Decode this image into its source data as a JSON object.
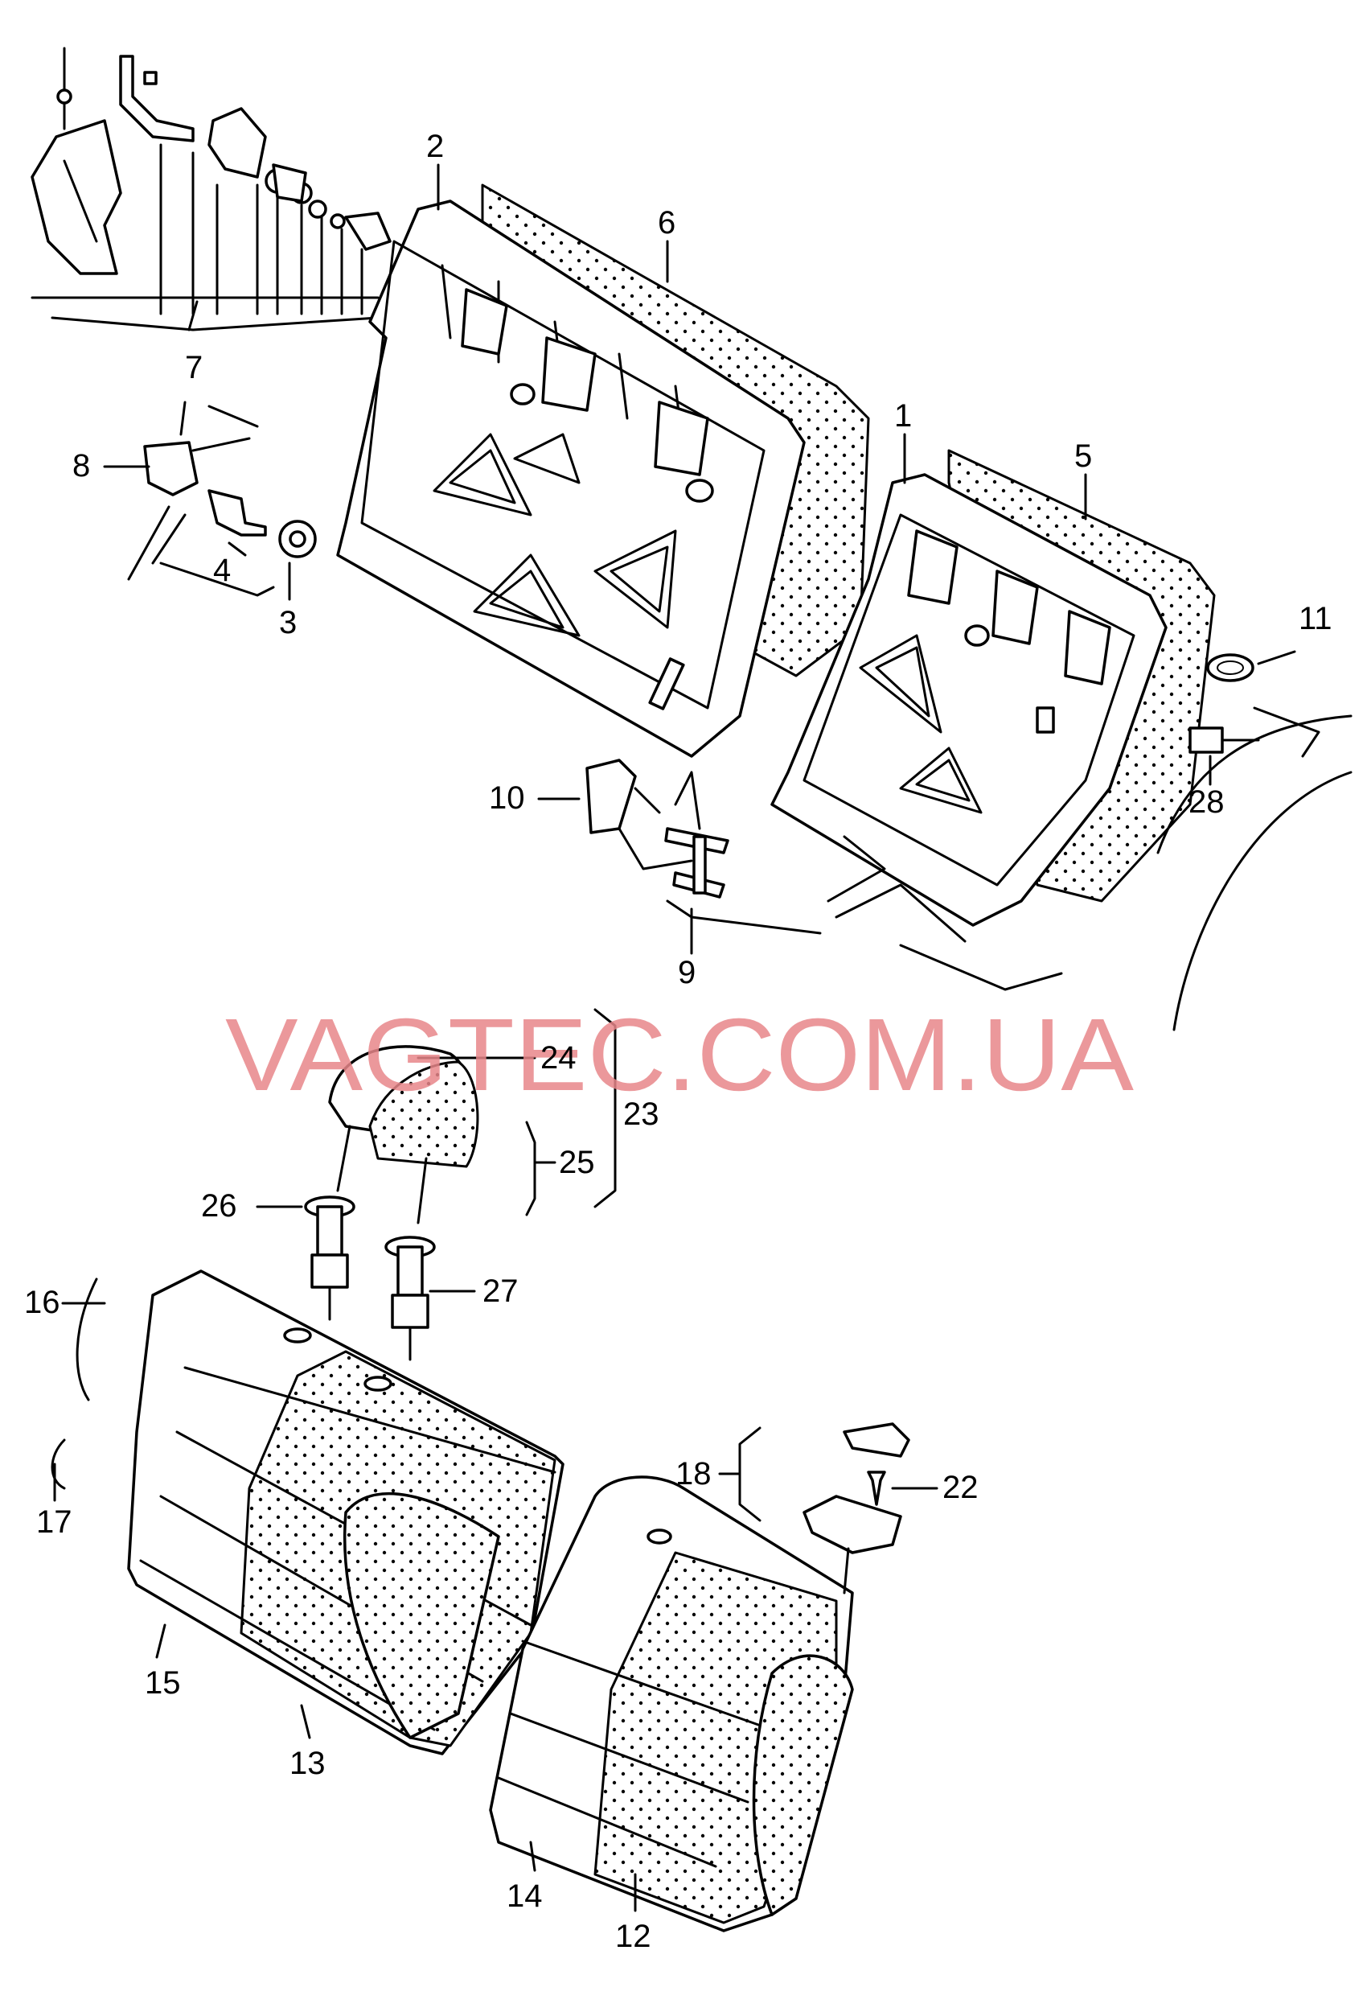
{
  "watermark": "VAGTEC.COM.UA",
  "watermark_color": "#e8868a",
  "callouts": {
    "c1": "1",
    "c2": "2",
    "c3": "3",
    "c4": "4",
    "c5": "5",
    "c6": "6",
    "c7": "7",
    "c8": "8",
    "c9": "9",
    "c10": "10",
    "c11": "11",
    "c12": "12",
    "c13": "13",
    "c14": "14",
    "c15": "15",
    "c16": "16",
    "c17": "17",
    "c18": "18",
    "c22": "22",
    "c23": "23",
    "c24": "24",
    "c25": "25",
    "c26": "26",
    "c27": "27",
    "c28": "28"
  }
}
